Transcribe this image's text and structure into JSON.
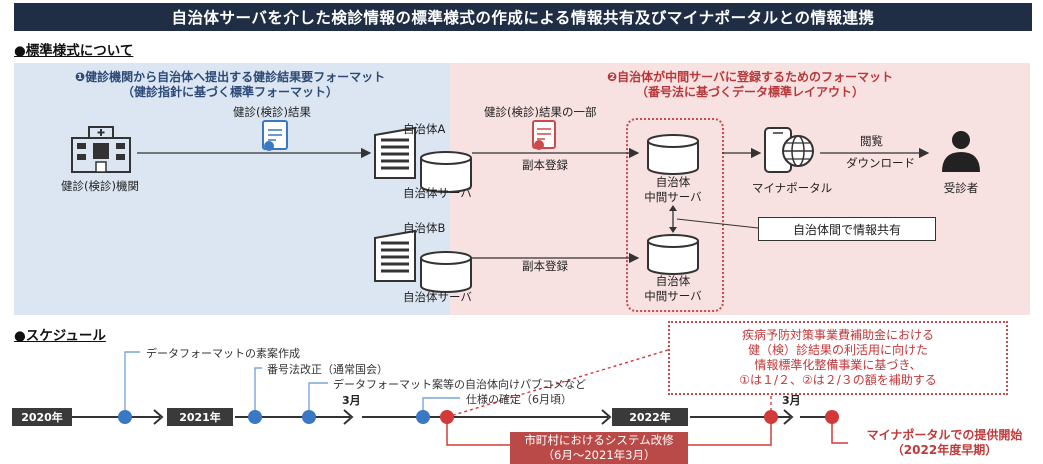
{
  "title": "自治体サーバを介した検診情報の標準様式の作成による情報共有及びマイナポータルとの情報連携",
  "sections": {
    "standard": "●標準様式について",
    "schedule": "●スケジュール"
  },
  "panel_left": {
    "header_line1": "❶健診機関から自治体へ提出する健診結果要フォーマット",
    "header_line2": "（健診指針に基づく標準フォーマット）"
  },
  "panel_right": {
    "header_line1": "❷自治体が中間サーバに登録するためのフォーマット",
    "header_line2": "（番号法に基づくデータ標準レイアウト）"
  },
  "flow": {
    "clinic_label": "健診(検診)機関",
    "result_label": "健診(検診)結果",
    "municipality_a": "自治体A",
    "municipality_b": "自治体B",
    "server_a": "自治体サーバ",
    "server_b": "自治体サーバ",
    "partial_result": "健診(検診)結果の一部",
    "copy_register_a": "副本登録",
    "copy_register_b": "副本登録",
    "middle_server_a_line1": "自治体",
    "middle_server_a_line2": "中間サーバ",
    "middle_server_b_line1": "自治体",
    "middle_server_b_line2": "中間サーバ",
    "mynaportal": "マイナポータル",
    "view": "閲覧",
    "download": "ダウンロード",
    "examinee": "受診者",
    "share_note": "自治体間で情報共有"
  },
  "schedule": {
    "years": [
      "2020年",
      "2021年",
      "2022年"
    ],
    "march_2021": "3月",
    "march_2022": "3月",
    "milestones": [
      "データフォーマットの素案作成",
      "番号法改正（通常国会）",
      "データフォーマット案等の自治体向けパブコメなど",
      "仕様の確定（6月頃）"
    ],
    "note_lines": [
      "疾病予防対策事業費補助金における",
      "健（検）診結果の利活用に向けた",
      "情報標準化整備事業に基づき、",
      "①は１/２、②は２/３の額を補助する"
    ],
    "system_box_line1": "市町村におけるシステム改修",
    "system_box_line2": "（6月～2021年3月）",
    "launch_line1": "マイナポータルでの提供開始",
    "launch_line2": "（2022年度早期）"
  },
  "colors": {
    "title_bg": "#1f2e45",
    "panel_left_bg": "#dce6f2",
    "panel_right_bg": "#f8e1e1",
    "milestone_blue": "#3a78c4",
    "milestone_red": "#d23a38",
    "accent_red": "#b94a48"
  }
}
